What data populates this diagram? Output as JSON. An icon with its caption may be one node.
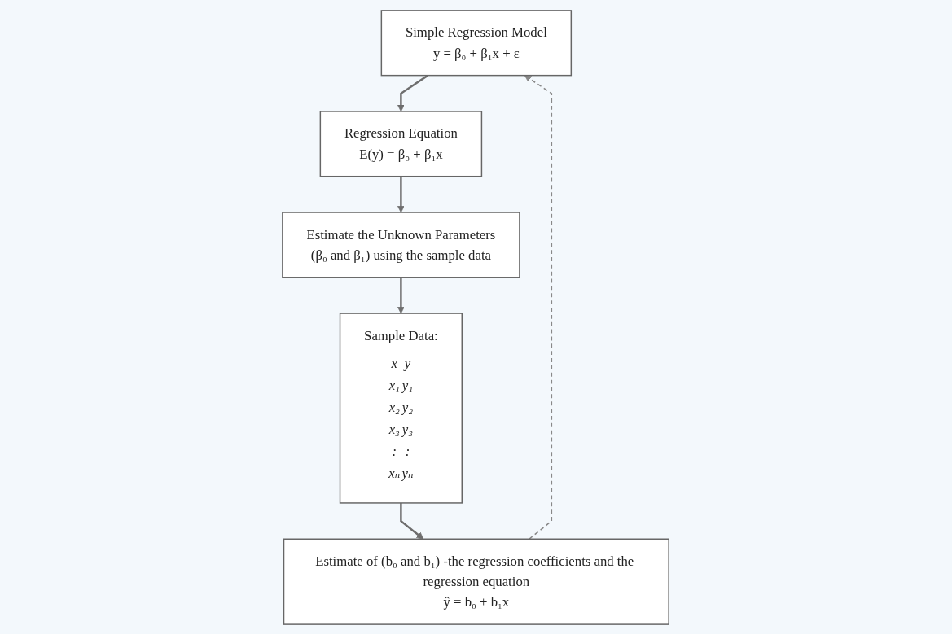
{
  "diagram": {
    "nodes": [
      {
        "text": [
          "Simple Regression Model",
          "y = β₀ + β₁x + ε"
        ]
      },
      {
        "text": [
          "Regression Equation",
          "E(y) = β₀ + β₁x"
        ]
      },
      {
        "text": [
          "Estimate the Unknown Parameters",
          "(β₀ and β₁) using the sample data"
        ]
      },
      {
        "text": [
          "Sample Data:",
          "x",
          "y",
          "x₁",
          "y₁",
          "x₂",
          "y₂",
          "x₃",
          "y₃",
          ":",
          ":",
          "xₙ",
          "yₙ"
        ]
      },
      {
        "text": [
          "Estimate of (b₀ and b₁) -the regression coefficients and the regression equation",
          "ŷ = b₀ + b₁x"
        ]
      }
    ],
    "edges": [
      {
        "from": 0,
        "to": 1,
        "arrow": "to"
      },
      {
        "from": 1,
        "to": 2,
        "arrow": "to"
      },
      {
        "from": 2,
        "to": 3,
        "arrow": "to"
      },
      {
        "from": 3,
        "to": 4,
        "arrow": "to"
      },
      {
        "from": 4,
        "to": 0,
        "arrow": "to",
        "style": "dashed",
        "color": "#888888"
      }
    ]
  }
}
